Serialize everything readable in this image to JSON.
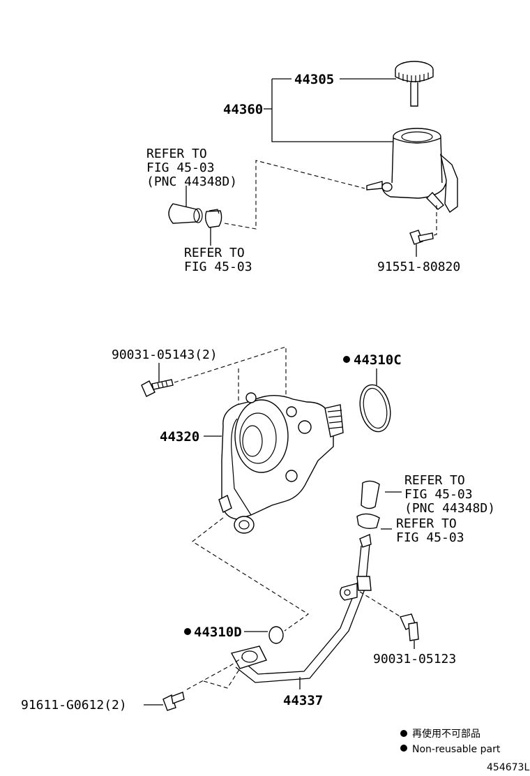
{
  "parts": {
    "p44305": "44305",
    "p44360": "44360",
    "p91551": "91551-80820",
    "p90031a": "90031-05143(2)",
    "p44310c": "44310C",
    "p44320": "44320",
    "p44310d": "44310D",
    "p90031b": "90031-05123",
    "p44337": "44337",
    "p91611": "91611-G0612(2)"
  },
  "refs": {
    "r1": [
      "REFER TO",
      "FIG 45-03",
      "(PNC 44348D)"
    ],
    "r2": [
      "REFER TO",
      "FIG 45-03"
    ],
    "r3": [
      "REFER TO",
      "FIG 45-03",
      "(PNC 44348D)"
    ],
    "r4": [
      "REFER TO",
      "FIG 45-03"
    ]
  },
  "legend": {
    "jp": "再使用不可部品",
    "en": "Non-reusable part"
  },
  "figure_id": "454673L"
}
